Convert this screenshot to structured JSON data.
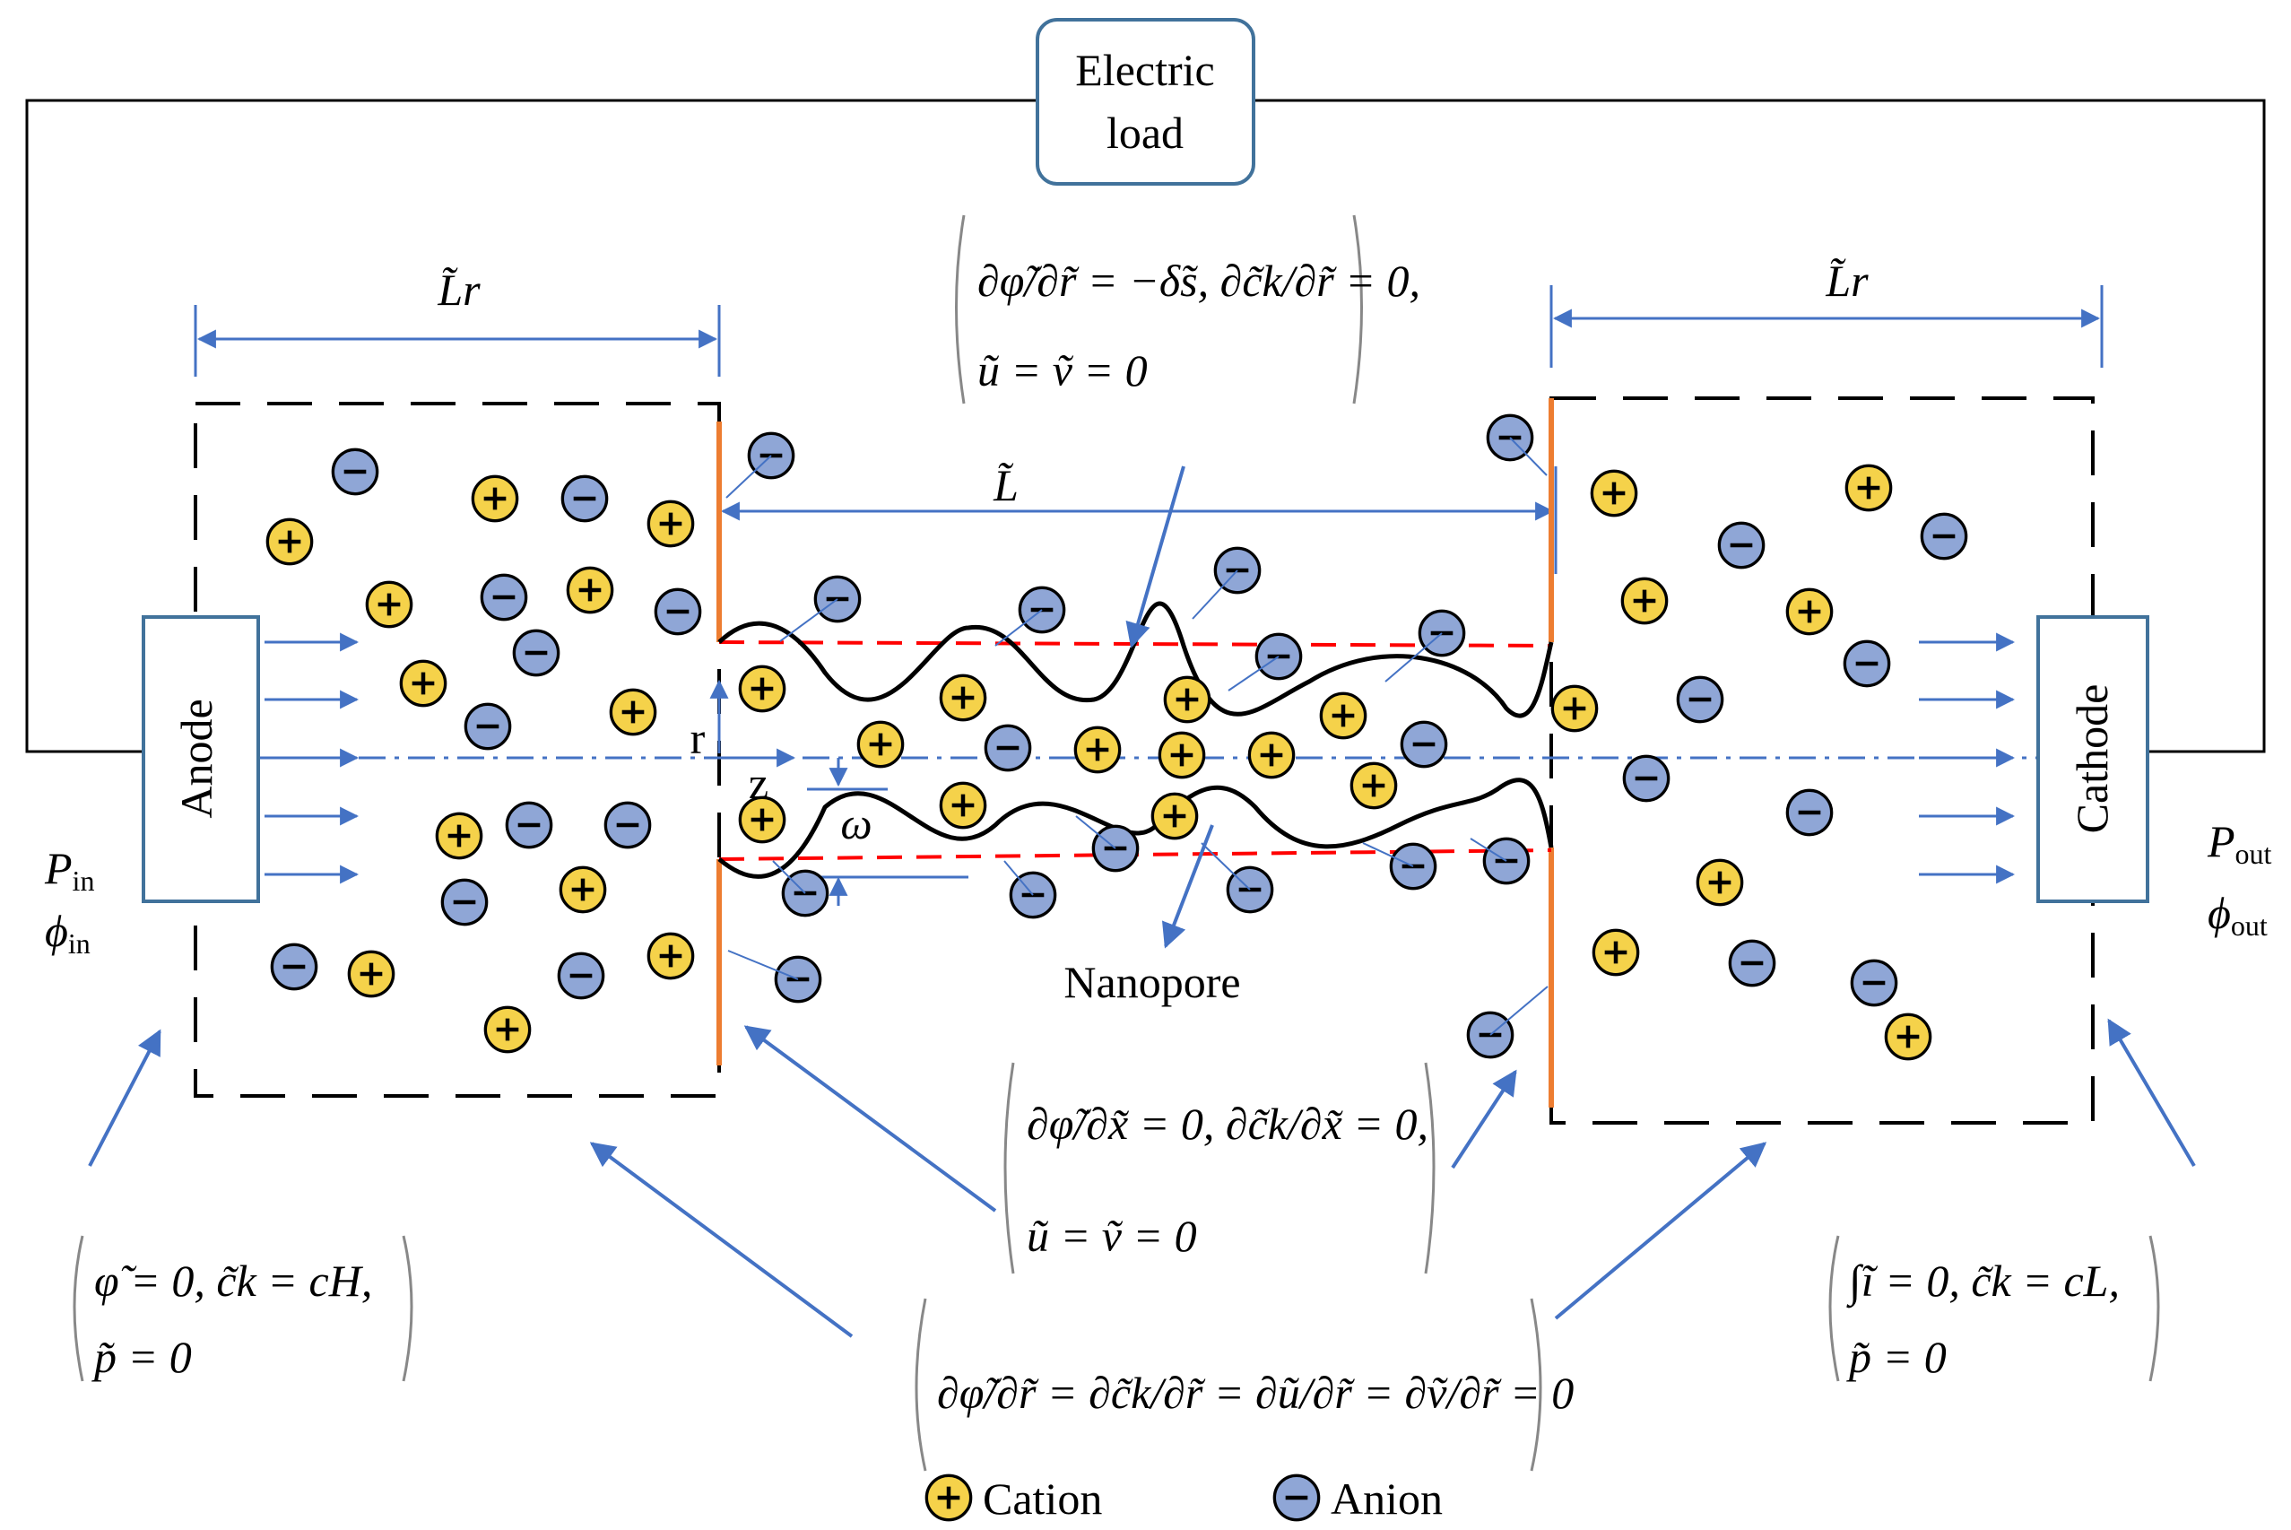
{
  "labels": {
    "electric_load_line1": "Electric",
    "electric_load_line2": "load",
    "anode": "Anode",
    "cathode": "Cathode",
    "nanopore": "Nanopore",
    "r_axis": "r",
    "z_axis": "z",
    "omega": "ω",
    "l_tilde": "L̃",
    "lr_left": "L̃r",
    "lr_right": "L̃r",
    "p_in": "P",
    "p_in_sub": "in",
    "phi_in": "ϕ",
    "phi_in_sub": "in",
    "p_out": "P",
    "p_out_sub": "out",
    "phi_out": "ϕ",
    "phi_out_sub": "out"
  },
  "equations": {
    "wall_top_line1": "∂φ̃/∂r̃ = −δ̃s, ∂c̃k/∂r̃ = 0,",
    "wall_top_line2": "ũ = ṽ = 0",
    "wall_mid_line1": "∂φ̃/∂x̃ = 0, ∂c̃k/∂x̃ = 0,",
    "wall_mid_line2": "ũ = ṽ = 0",
    "inlet_line1": "φ̃ = 0,   c̃k = cH,",
    "inlet_line2": "p̃ = 0",
    "outlet_line1": "∫ĩ = 0,   c̃k = cL,",
    "outlet_line2": "p̃ = 0",
    "symmetry": "∂φ̃/∂r̃ = ∂c̃k/∂r̃ = ∂ũ/∂r̃ = ∂ṽ/∂r̃ = 0"
  },
  "legend": {
    "cation": "Cation",
    "anion": "Anion"
  },
  "colors": {
    "cation_fill": "#f5d24a",
    "anion_fill": "#8fa6d6",
    "arrow_blue": "#4472c4",
    "wall_orange": "#ed7d31",
    "centerline_red": "#ff0000",
    "box_border": "#41729b"
  }
}
